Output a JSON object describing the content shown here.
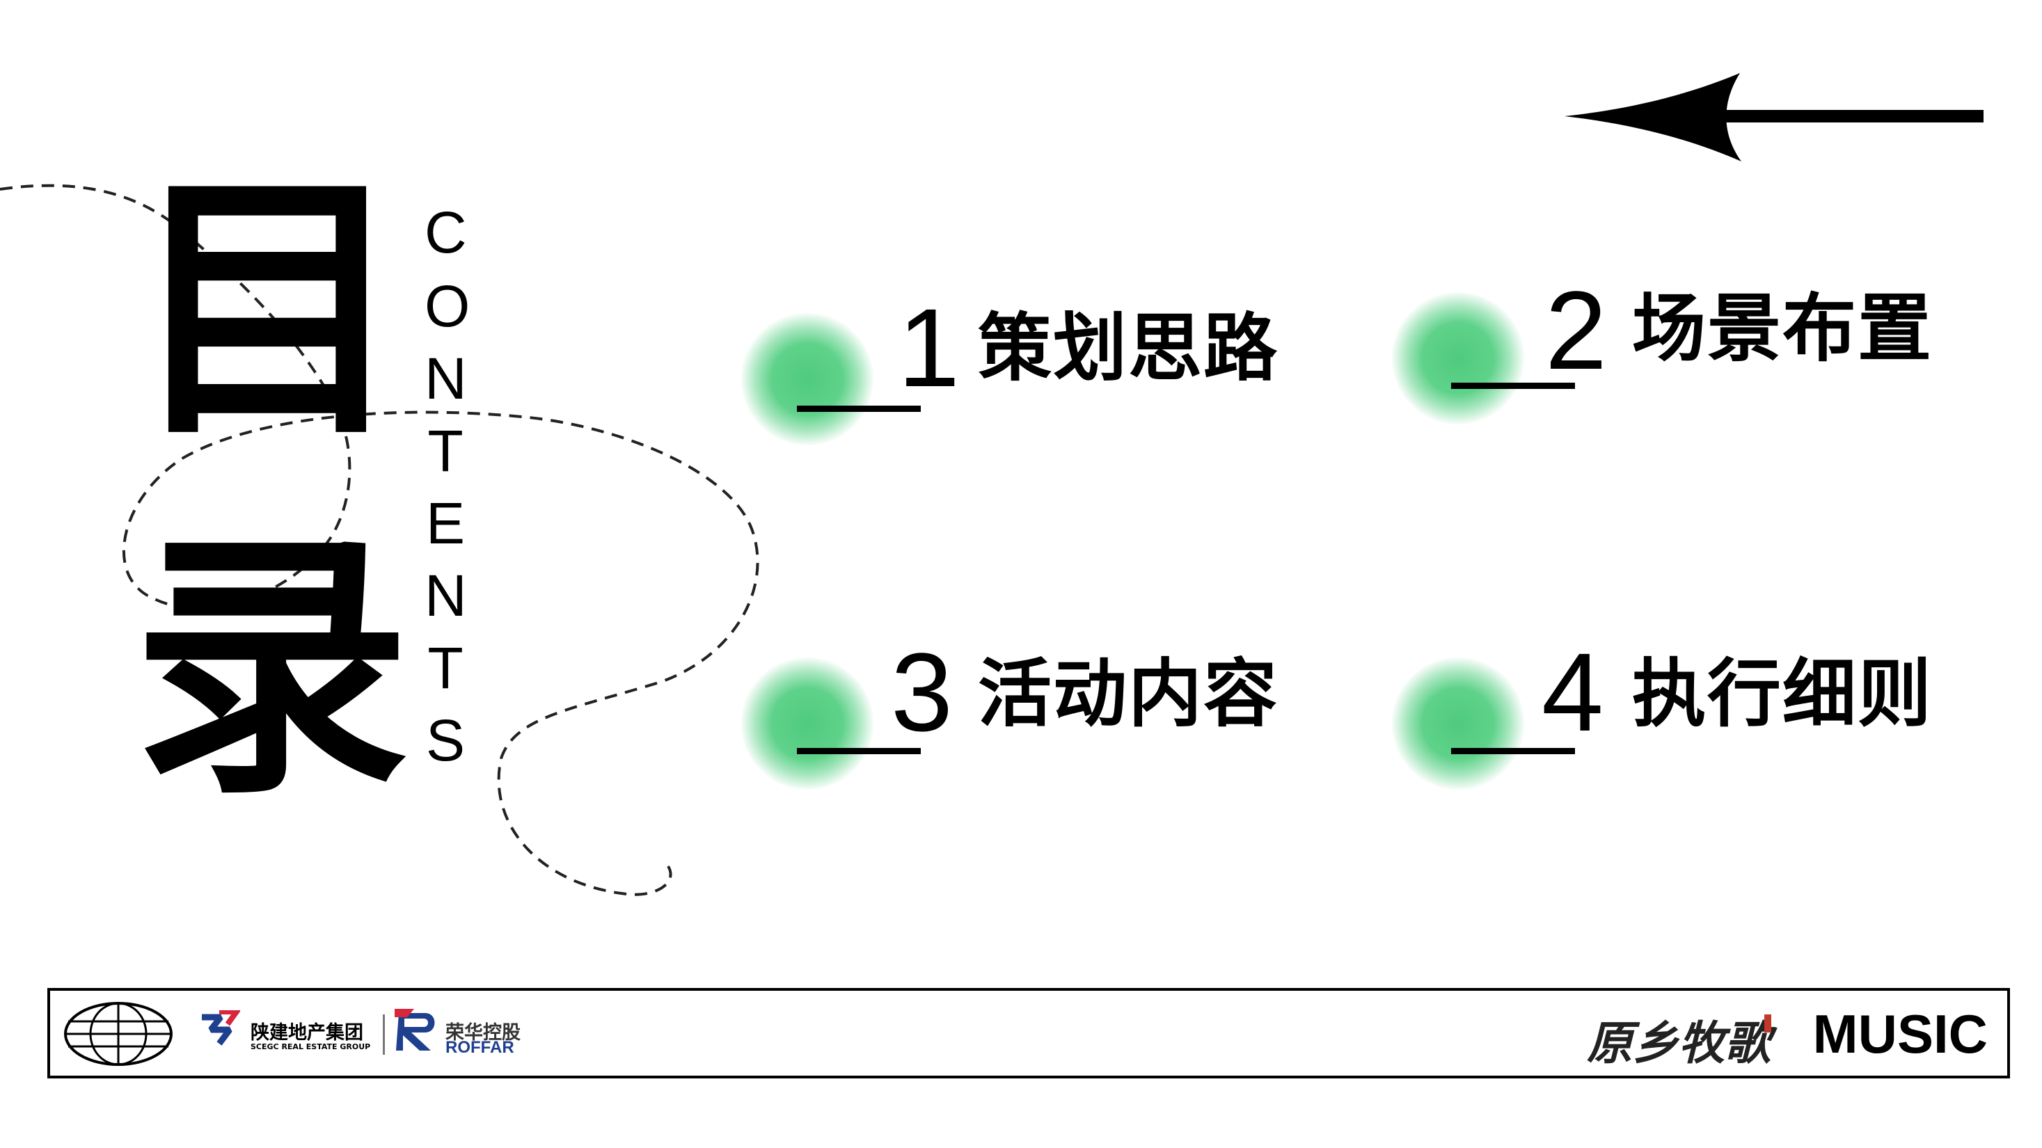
{
  "title": {
    "main_chars": [
      "目",
      "录"
    ],
    "vertical_word": [
      "C",
      "O",
      "N",
      "T",
      "E",
      "N",
      "T",
      "S"
    ]
  },
  "items": [
    {
      "number": "1",
      "label": "策划思路"
    },
    {
      "number": "2",
      "label": "场景布置"
    },
    {
      "number": "3",
      "label": "活动内容"
    },
    {
      "number": "4",
      "label": "执行细则"
    }
  ],
  "colors": {
    "accent": "#5fd28a",
    "text": "#000000",
    "brand_blue": "#1f3f8f",
    "brand_red": "#d6283a"
  },
  "footer": {
    "logo1_cn": "陕建地产集团",
    "logo1_en": "SCEGC REAL ESTATE GROUP",
    "logo2_cn": "荣华控股",
    "logo2_en": "ROFFAR",
    "brand_cn": "原乡牧歌",
    "brand_en": "MUSIC"
  },
  "icons": [
    "globe-logo-icon",
    "scegc-logo-icon",
    "roffar-logo-icon",
    "arrow-left-icon"
  ]
}
